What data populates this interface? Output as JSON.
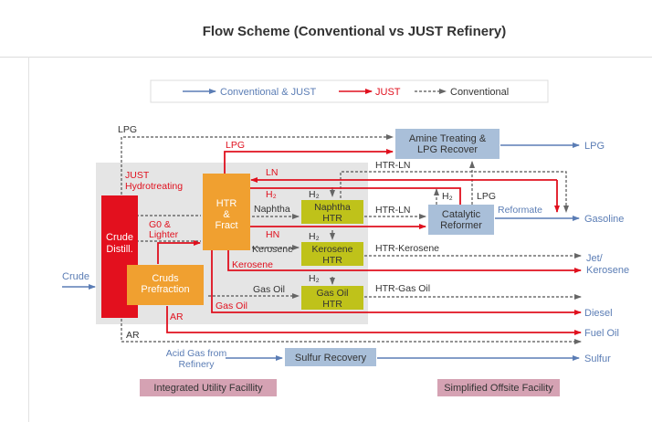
{
  "title": "Flow Scheme (Conventional vs JUST Refinery)",
  "colors": {
    "blue_line": "#5b7db5",
    "red_line": "#e0101e",
    "dark_dash": "#555555",
    "crude_distill": "#e3101e",
    "fract_orange": "#f0a030",
    "htr_green": "#bfc21a",
    "blue_box": "#a9bfd9",
    "gray_region": "#e5e5e5",
    "pink_box": "#d5a2b3"
  },
  "legend": {
    "conventional_just": "Conventional & JUST",
    "just": "JUST",
    "conventional": "Conventional"
  },
  "boxes": {
    "crude_distill": [
      "Crude",
      "Distill."
    ],
    "htr_fract": [
      "HTR",
      "&",
      "Fract"
    ],
    "cruds_prefraction": [
      "Cruds",
      "Prefraction"
    ],
    "naphtha_htr": [
      "Naphtha",
      "HTR"
    ],
    "kerosene_htr": [
      "Kerosene",
      "HTR"
    ],
    "gasoil_htr": [
      "Gas Oil",
      "HTR"
    ],
    "amine": [
      "Amine Treating &",
      "LPG Recover"
    ],
    "cat_reformer": [
      "Catalytic",
      "Reformer"
    ],
    "sulfur_recovery": "Sulfur Recovery",
    "integrated_utility": "Integrated Utility Facillity",
    "simplified_offsite": "Simplified Offsite Facility"
  },
  "labels": {
    "lpg_top": "LPG",
    "lpg_red": "LPG",
    "just_hydro": [
      "JUST",
      "Hydrotreating"
    ],
    "ln": "LN",
    "h2_red": "H₂",
    "h2": "H₂",
    "naphtha": "Naphtha",
    "hn": "HN",
    "kerosene": "Kerosene",
    "kerosene_red": "Kerosene",
    "gas_oil": "Gas Oil",
    "gas_oil_red": "Gas Oil",
    "go_lighter": [
      "G0 &",
      "Lighter"
    ],
    "ar_red": "AR",
    "ar": "AR",
    "crude": "Crude",
    "htr_ln_top": "HTR-LN",
    "htr_ln": "HTR-LN",
    "htr_kerosene": "HTR-Kerosene",
    "htr_gasoil": "HTR-Gas Oil",
    "lpg_reformer": "LPG",
    "reformate": "Reformate",
    "acid_gas": [
      "Acid Gas from",
      "Refinery"
    ]
  },
  "products": {
    "lpg": "LPG",
    "gasoline": "Gasoline",
    "jet": [
      "Jet/",
      "Kerosene"
    ],
    "diesel": "Diesel",
    "fuel_oil": "Fuel Oil",
    "sulfur": "Sulfur"
  }
}
